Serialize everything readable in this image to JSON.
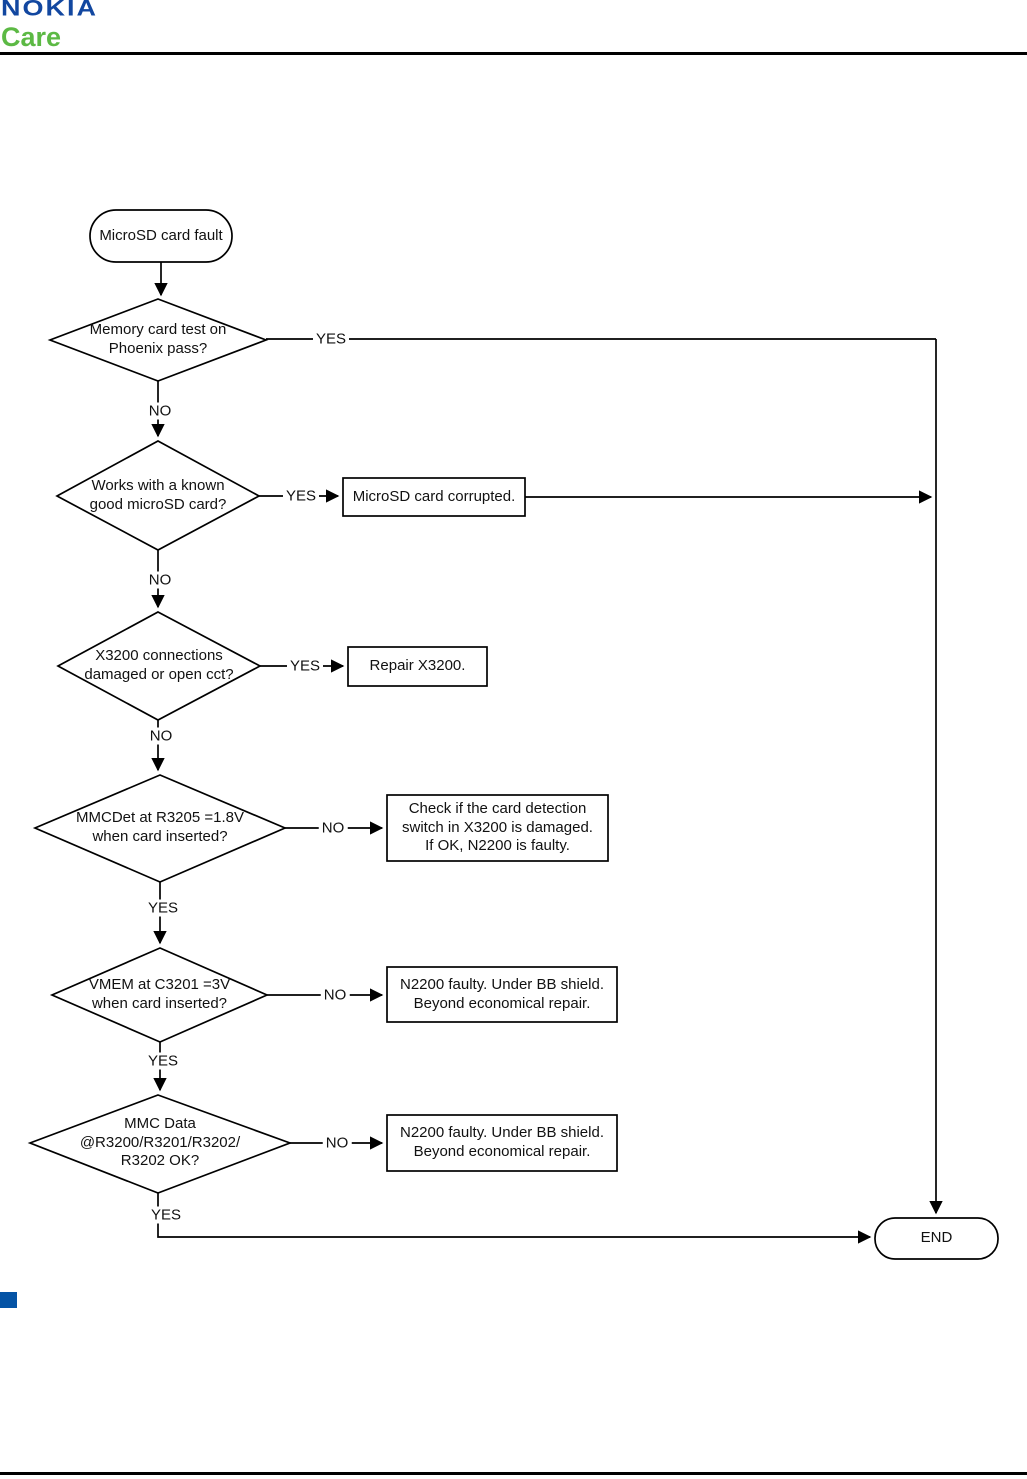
{
  "header": {
    "brand": "NOKIA",
    "sub_brand": "Care"
  },
  "colors": {
    "nokia_blue": "#1247a0",
    "care_green": "#5cb944",
    "marker_blue": "#0553a5",
    "line_black": "#000000"
  },
  "flowchart": {
    "start": "MicroSD card fault",
    "end": "END",
    "yes": "YES",
    "no": "NO",
    "decisions": {
      "d1": "Memory card test on\nPhoenix pass?",
      "d2": "Works with a known\ngood microSD card?",
      "d3": "X3200 connections\ndamaged or open cct?",
      "d4": "MMCDet at R3205 =1.8V\nwhen card inserted?",
      "d5": "VMEM at C3201 =3V\nwhen card inserted?",
      "d6": "MMC Data\n@R3200/R3201/R3202/\nR3202 OK?"
    },
    "actions": {
      "microsd_corrupted": "MicroSD card corrupted.",
      "repair_x3200": "Repair X3200.",
      "check_detection": "Check if the card detection\nswitch in X3200 is damaged.\nIf OK, N2200 is faulty.",
      "n2200_faulty_1": "N2200 faulty. Under BB shield.\nBeyond economical repair.",
      "n2200_faulty_2": "N2200 faulty. Under BB shield.\nBeyond economical repair."
    }
  }
}
